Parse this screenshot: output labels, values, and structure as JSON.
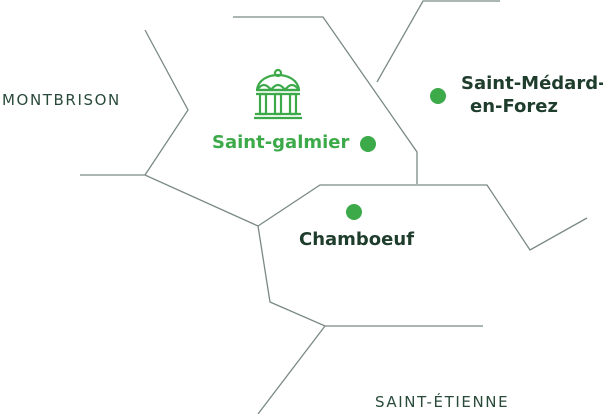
{
  "colors": {
    "accent": "#3daa4a",
    "dark_text": "#1f3d2c",
    "region_text": "#2a4a3a",
    "lines": "#7a8a82"
  },
  "regions": {
    "montbrison": "MONTBRISON",
    "saint_etienne": "SAINT-ÉTIENNE"
  },
  "towns": {
    "saint_galmier": {
      "label": "Saint-galmier",
      "icon": "gazebo-icon",
      "highlighted": true
    },
    "saint_medard_line1": "Saint-Médard-",
    "saint_medard_line2": "en-Forez",
    "chamboeuf": "Chamboeuf"
  }
}
